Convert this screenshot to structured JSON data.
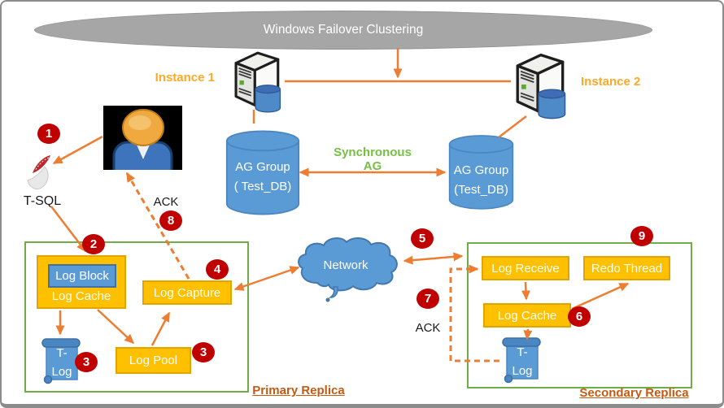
{
  "banner": {
    "label": "Windows Failover Clustering",
    "fill": "#A6A6A6",
    "text_color": "#FFFFFF"
  },
  "instances": {
    "instance1_label": "Instance 1",
    "instance2_label": "Instance 2",
    "label_color": "#FFA826"
  },
  "ag_left": {
    "line1": "AG Group",
    "line2": "( Test_DB)"
  },
  "ag_right": {
    "line1": "AG Group",
    "line2": "(Test_DB)"
  },
  "sync_label": {
    "text": "Synchronous AG",
    "color": "#76C043"
  },
  "tsql": {
    "label": "T-SQL"
  },
  "network": {
    "label": "Network"
  },
  "primary_replica": {
    "title": "Primary Replica",
    "log_block": "Log Block",
    "log_cache": "Log Cache",
    "log_capture": "Log Capture",
    "log_pool": "Log Pool",
    "tlog": {
      "line1": "T-",
      "line2": "Log"
    },
    "ack_label": "ACK"
  },
  "secondary_replica": {
    "title": "Secondary Replica",
    "log_receive": "Log Receive",
    "redo_thread": "Redo Thread",
    "log_cache": "Log Cache",
    "tlog": {
      "line1": "T-",
      "line2": "Log"
    },
    "ack_label": "ACK"
  },
  "badges": [
    "1",
    "2",
    "3",
    "3",
    "4",
    "5",
    "6",
    "7",
    "8",
    "9"
  ],
  "colors": {
    "arrow": "#ED7D31",
    "box_gold": "#FFC000",
    "box_gold_border": "#E2A400",
    "blue": "#5B9BD5",
    "blue_border": "#4A86C2",
    "badge_red": "#C00000",
    "replica_border": "#70AD47",
    "replica_label_color": "#C55A11",
    "banner_gray": "#A6A6A6",
    "sync_green": "#76C043",
    "instance_gold": "#FFA826"
  }
}
